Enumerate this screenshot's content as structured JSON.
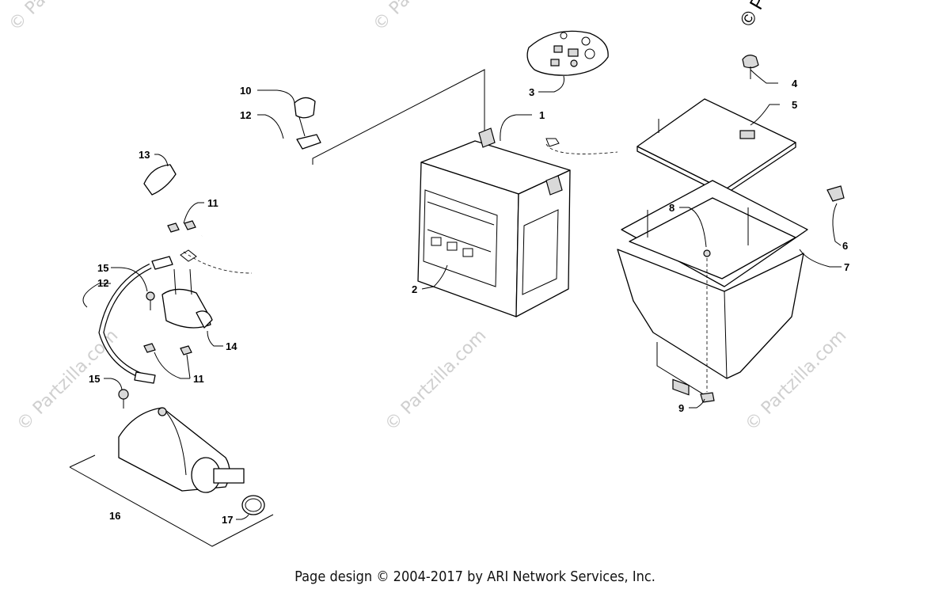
{
  "watermark": {
    "text": "© Partzilla.com",
    "corner_text": "© Pa"
  },
  "callouts": [
    "1",
    "2",
    "3",
    "4",
    "5",
    "6",
    "7",
    "8",
    "9",
    "10",
    "11",
    "11",
    "12",
    "12",
    "13",
    "14",
    "15",
    "15",
    "16",
    "17"
  ],
  "footer": {
    "credit": "Page design © 2004-2017 by ARI Network Services, Inc."
  }
}
